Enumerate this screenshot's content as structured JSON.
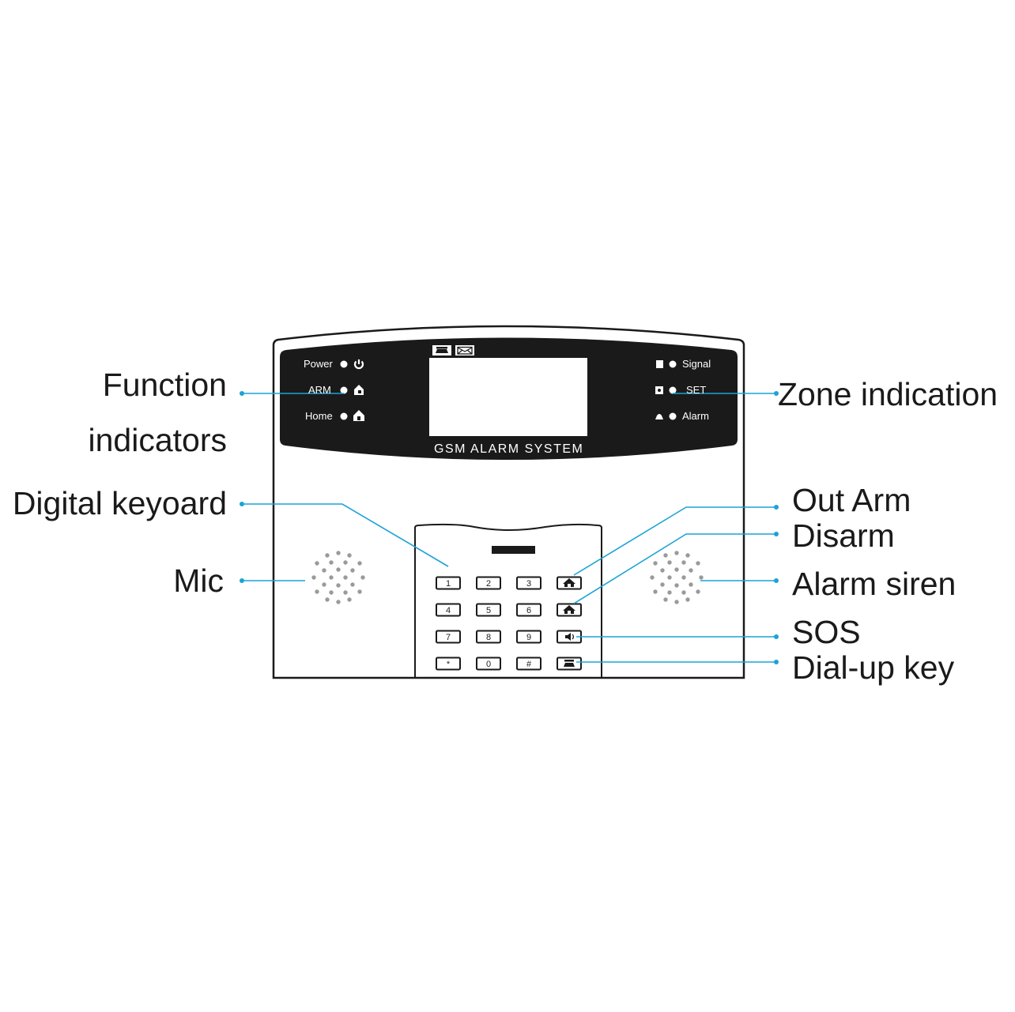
{
  "device": {
    "brand_text": "GSM ALARM SYSTEM",
    "left_indicators": [
      {
        "label": "Power",
        "icon": "power-icon"
      },
      {
        "label": "ARM",
        "icon": "arm-house-lock-icon"
      },
      {
        "label": "Home",
        "icon": "home-icon"
      }
    ],
    "right_indicators": [
      {
        "label": "Signal",
        "icon": "signal-square-icon"
      },
      {
        "label": "SET",
        "icon": "set-icon"
      },
      {
        "label": "Alarm",
        "icon": "alarm-bell-icon"
      }
    ],
    "lcd_top_icons": [
      "phone-icon",
      "envelope-icon"
    ],
    "keypad": {
      "keys": [
        [
          "1",
          "2",
          "3"
        ],
        [
          "4",
          "5",
          "6"
        ],
        [
          "7",
          "8",
          "9"
        ],
        [
          "*",
          "0",
          "#"
        ]
      ],
      "function_keys": [
        "out-arm-key-icon",
        "disarm-key-icon",
        "sos-key-icon",
        "dial-up-key-icon"
      ]
    }
  },
  "callouts": {
    "function_indicators_line1": "Function",
    "function_indicators_line2": "indicators",
    "digital_keyboard": "Digital keyoard",
    "mic": "Mic",
    "zone_indication": "Zone indication",
    "out_arm": "Out Arm",
    "disarm": "Disarm",
    "alarm_siren": "Alarm siren",
    "sos": "SOS",
    "dial_up_key": "Dial-up key"
  },
  "colors": {
    "leader_line": "#1aa3d6",
    "panel": "#1a1a1a",
    "outline": "#1a1a1a",
    "speaker_dot": "#9a9a9a"
  }
}
